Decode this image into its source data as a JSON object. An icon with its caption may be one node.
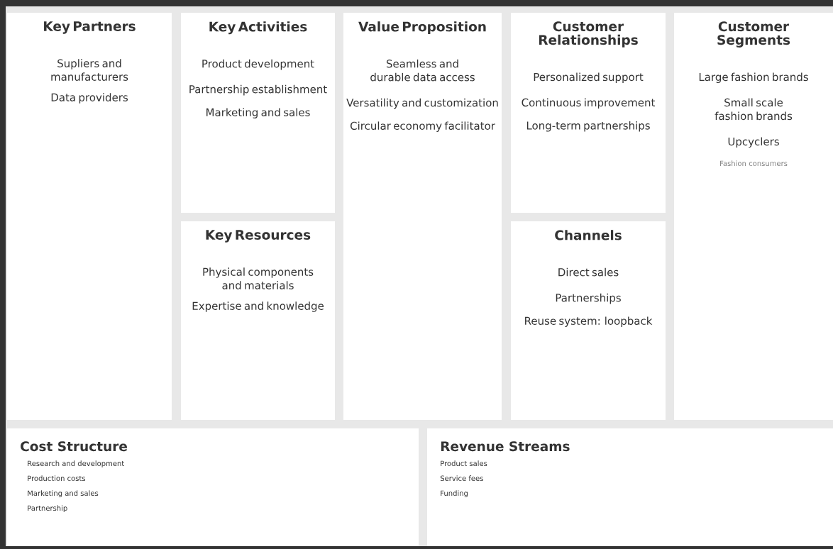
{
  "diagram": {
    "nodes": [
      {
        "text": [
          "Key Partners",
          "Supliers and manufacturers",
          "Data providers"
        ]
      },
      {
        "text": [
          "Key Activities",
          "Product development",
          "Partnership establishment",
          "Marketing and sales"
        ]
      },
      {
        "text": [
          "Key Resources",
          "Physical components and materials",
          "Expertise and knowledge"
        ]
      },
      {
        "text": [
          "Value Proposition",
          "Seamless and durable data access",
          "Versatility and customization",
          "Circular economy facilitator"
        ]
      },
      {
        "text": [
          "Customer Relationships",
          "Personalized support",
          "Continuous improvement",
          "Long-term partnerships"
        ]
      },
      {
        "text": [
          "Channels",
          "Direct sales",
          "Partnerships",
          "Reuse system: loopback"
        ]
      },
      {
        "text": [
          "Customer Segments",
          "Large fashion brands",
          "Small scale fashion brands",
          "Upcyclers",
          "Fashion consumers"
        ]
      },
      {
        "text": [
          "Cost Structure",
          "Research and development",
          "Production costs",
          "Marketing and sales",
          "Partnership"
        ]
      },
      {
        "text": [
          "Revenue Streams",
          "Product sales",
          "Service fees",
          "Funding"
        ]
      }
    ]
  }
}
